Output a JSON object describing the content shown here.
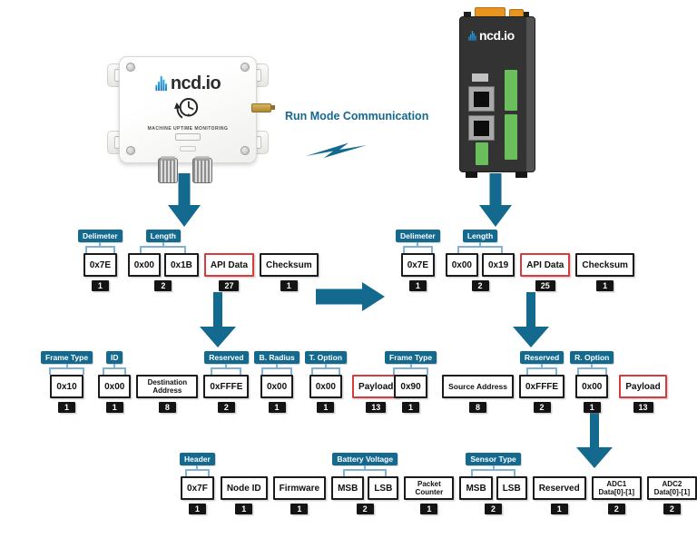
{
  "devices": {
    "left": {
      "brand": "ncd.io",
      "label": "MACHINE UPTIME MONITORING"
    },
    "right": {
      "brand": "ncd.io"
    }
  },
  "connection": {
    "label": "Run Mode Communication"
  },
  "colors": {
    "teal_arrow": "#14698e",
    "label_badge": "#14698e",
    "bracket_blue": "#7fb2d4",
    "box_border": "#1b1b1b",
    "highlight_red": "#d63c3e",
    "count_badge_bg": "#141414",
    "device_green": "#6abe5c",
    "device_orange": "#e8951f",
    "brand_blue": "#29abe2"
  },
  "frames": [
    {
      "id": "sensor-tx-frame",
      "groups": [
        {
          "label": "Delimeter",
          "boxes": [
            {
              "t": "0x7E"
            }
          ],
          "count": "1"
        },
        {
          "label": "Length",
          "boxes": [
            {
              "t": "0x00"
            },
            {
              "t": "0x1B"
            }
          ],
          "count": "2"
        },
        {
          "boxes": [
            {
              "t": "API Data",
              "red": true
            }
          ],
          "count": "27"
        },
        {
          "boxes": [
            {
              "t": "Checksum"
            }
          ],
          "count": "1"
        }
      ]
    },
    {
      "id": "gateway-rx-frame",
      "groups": [
        {
          "label": "Delimeter",
          "boxes": [
            {
              "t": "0x7E"
            }
          ],
          "count": "1"
        },
        {
          "label": "Length",
          "boxes": [
            {
              "t": "0x00"
            },
            {
              "t": "0x19"
            }
          ],
          "count": "2"
        },
        {
          "boxes": [
            {
              "t": "API Data",
              "red": true
            }
          ],
          "count": "25"
        },
        {
          "boxes": [
            {
              "t": "Checksum"
            }
          ],
          "count": "1"
        }
      ]
    },
    {
      "id": "sensor-tx-api-data",
      "groups": [
        {
          "label": "Frame Type",
          "boxes": [
            {
              "t": "0x10"
            }
          ],
          "count": "1"
        },
        {
          "label": "ID",
          "boxes": [
            {
              "t": "0x00"
            }
          ],
          "count": "1"
        },
        {
          "boxes": [
            {
              "t": "Destination Address",
              "wrap": true
            }
          ],
          "count": "8"
        },
        {
          "label": "Reserved",
          "boxes": [
            {
              "t": "0xFFFE"
            }
          ],
          "count": "2"
        },
        {
          "label": "B. Radius",
          "boxes": [
            {
              "t": "0x00"
            }
          ],
          "count": "1"
        },
        {
          "label": "T. Option",
          "boxes": [
            {
              "t": "0x00"
            }
          ],
          "count": "1"
        },
        {
          "boxes": [
            {
              "t": "Payload",
              "red": true
            }
          ],
          "count": "13"
        }
      ]
    },
    {
      "id": "gateway-rx-api-data",
      "groups": [
        {
          "label": "Frame Type",
          "boxes": [
            {
              "t": "0x90"
            }
          ],
          "count": "1"
        },
        {
          "boxes": [
            {
              "t": "Source Address",
              "small": true
            }
          ],
          "count": "8"
        },
        {
          "label": "Reserved",
          "boxes": [
            {
              "t": "0xFFFE"
            }
          ],
          "count": "2"
        },
        {
          "label": "R. Option",
          "boxes": [
            {
              "t": "0x00"
            }
          ],
          "count": "1"
        },
        {
          "boxes": [
            {
              "t": "Payload",
              "red": true
            }
          ],
          "count": "13"
        }
      ]
    },
    {
      "id": "sensor-payload",
      "groups": [
        {
          "label": "Header",
          "boxes": [
            {
              "t": "0x7F"
            }
          ],
          "count": "1"
        },
        {
          "boxes": [
            {
              "t": "Node ID"
            }
          ],
          "count": "1"
        },
        {
          "boxes": [
            {
              "t": "Firmware"
            }
          ],
          "count": "1"
        },
        {
          "label": "Battery Voltage",
          "boxes": [
            {
              "t": "MSB"
            },
            {
              "t": "LSB"
            }
          ],
          "count": "2"
        },
        {
          "boxes": [
            {
              "t": "Packet Counter",
              "wrap": true
            }
          ],
          "count": "1"
        },
        {
          "label": "Sensor Type",
          "boxes": [
            {
              "t": "MSB"
            },
            {
              "t": "LSB"
            }
          ],
          "count": "2"
        },
        {
          "boxes": [
            {
              "t": "Reserved"
            }
          ],
          "count": "1"
        },
        {
          "boxes": [
            {
              "t": "ADC1 Data[0]-[1]",
              "wrap": true
            }
          ],
          "count": "2"
        },
        {
          "boxes": [
            {
              "t": "ADC2 Data[0]-[1]",
              "wrap": true
            }
          ],
          "count": "2"
        }
      ]
    }
  ]
}
